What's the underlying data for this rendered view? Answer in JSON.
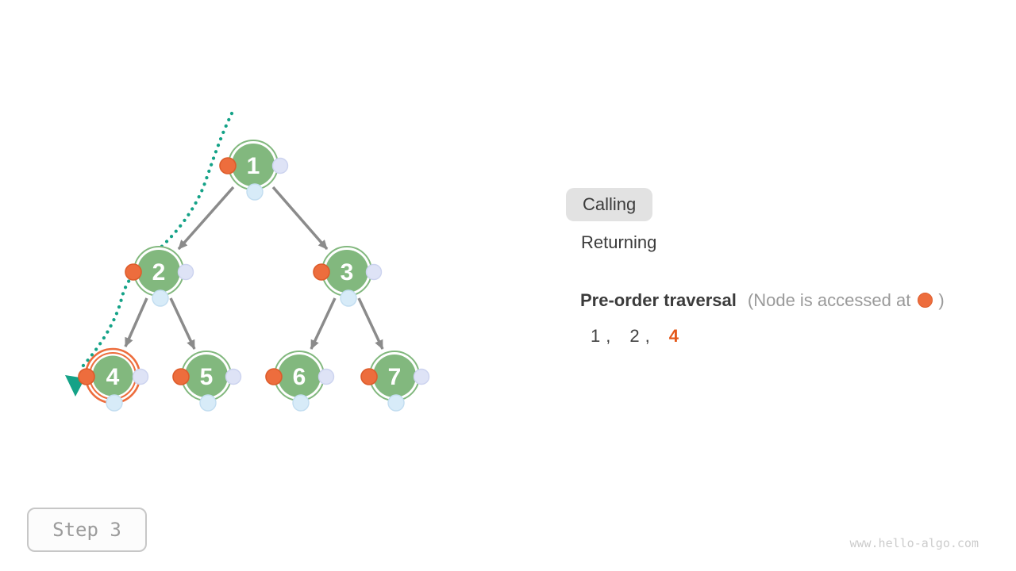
{
  "legend": {
    "calling_label": "Calling",
    "returning_label": "Returning",
    "active_state": "Calling"
  },
  "traversal": {
    "title": "Pre-order traversal",
    "note_prefix": "(Node is accessed at",
    "note_suffix": ")",
    "access_marker": "orange-dot",
    "sequence": {
      "items": [
        "1",
        "2",
        "4"
      ],
      "comma": ",",
      "highlighted_item": "4"
    }
  },
  "step_indicator": {
    "label": "Step 3"
  },
  "footer": {
    "watermark": "www.hello-algo.com"
  },
  "tree": {
    "type": "binary-tree",
    "nodes": [
      {
        "label": "1"
      },
      {
        "label": "2"
      },
      {
        "label": "3"
      },
      {
        "label": "4"
      },
      {
        "label": "5"
      },
      {
        "label": "6"
      },
      {
        "label": "7"
      }
    ],
    "edges": [
      [
        1,
        2
      ],
      [
        1,
        3
      ],
      [
        2,
        4
      ],
      [
        2,
        5
      ],
      [
        3,
        6
      ],
      [
        3,
        7
      ]
    ],
    "current_node": "4",
    "traversal_path": "dotted teal curve descending from above node 1, passing left of nodes 1 and 2, ending with an arrowhead at node 4"
  },
  "colors": {
    "node_green": "#82b87e",
    "access_orange": "#ed6d3d",
    "current_node_ring": "#ed6d3d",
    "sequence_highlight": "#e4581a",
    "path_teal": "#14a287",
    "edge_gray": "#8b8b8b",
    "return_dot_lavender": "#dee3f6",
    "pending_dot_blue": "#d7ebf8",
    "calling_chip_bg": "#e2e2e2"
  }
}
